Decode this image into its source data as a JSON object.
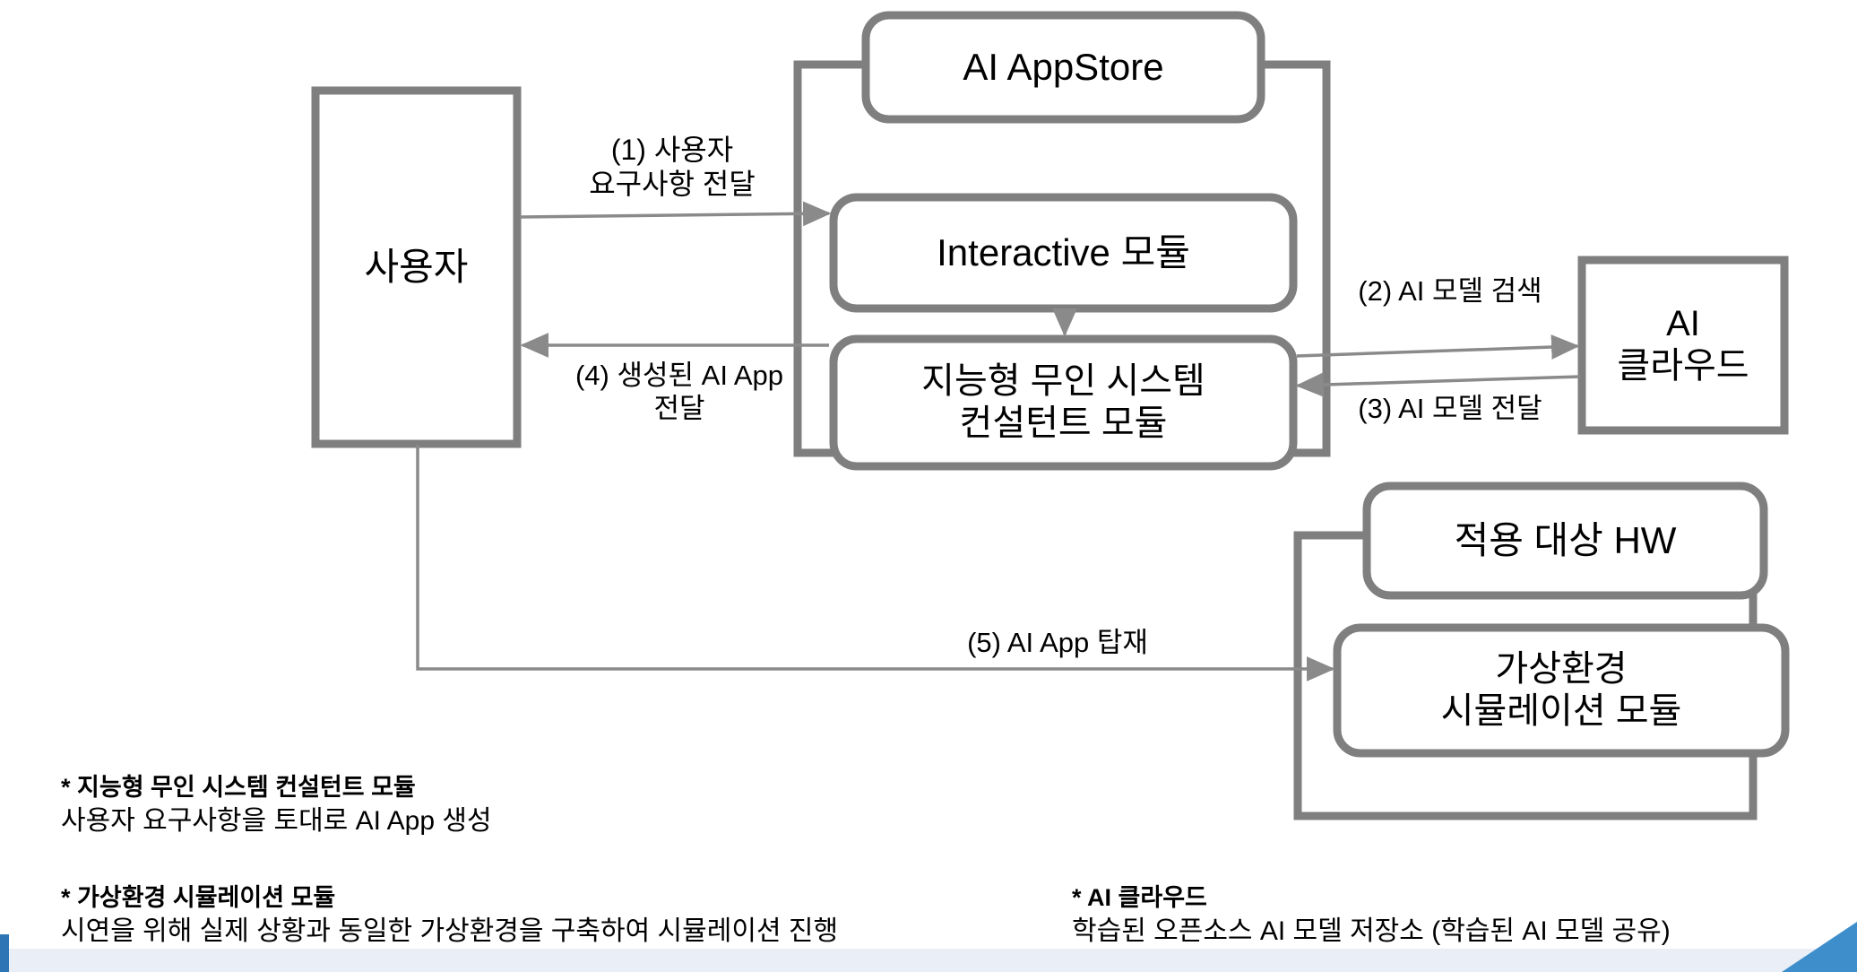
{
  "diagram": {
    "title_nodes": {
      "user": "사용자",
      "appstore": "AI AppStore",
      "interactive_module": "Interactive 모듈",
      "consultant_module": "지능형 무인 시스템\n컨설턴트 모듈",
      "ai_cloud": "AI\n클라우드",
      "target_hw": "적용 대상 HW",
      "simulation_module": "가상환경\n시뮬레이션 모듈"
    },
    "edges": [
      {
        "id": "e1",
        "label": "(1) 사용자\n요구사항 전달",
        "from": "user",
        "to": "interactive_module"
      },
      {
        "id": "e2",
        "label": "(2) AI 모델 검색",
        "from": "consultant_module",
        "to": "ai_cloud"
      },
      {
        "id": "e3",
        "label": "(3) AI 모델 전달",
        "from": "ai_cloud",
        "to": "consultant_module"
      },
      {
        "id": "e4",
        "label": "(4) 생성된 AI App\n전달",
        "from": "consultant_module",
        "to": "user"
      },
      {
        "id": "e5",
        "label": "(5) AI App 탑재",
        "from": "user",
        "to": "simulation_module"
      }
    ],
    "colors": {
      "box_stroke": "#7f7f7f",
      "arrow_stroke": "#808080",
      "text": "#000000",
      "footer_band": "#eaeff7",
      "footer_accent": "#2e75b6",
      "footer_triangle": "#3f8ecc"
    }
  },
  "notes": [
    {
      "title": "* 지능형 무인 시스템 컨설턴트 모듈",
      "body": "사용자 요구사항을 토대로 AI App 생성"
    },
    {
      "title": "* 가상환경 시뮬레이션 모듈",
      "body": "시연을 위해 실제 상황과 동일한 가상환경을 구축하여 시뮬레이션 진행"
    },
    {
      "title": "* AI 클라우드",
      "body": "학습된 오픈소스 AI 모델 저장소 (학습된 AI 모델 공유)"
    }
  ]
}
